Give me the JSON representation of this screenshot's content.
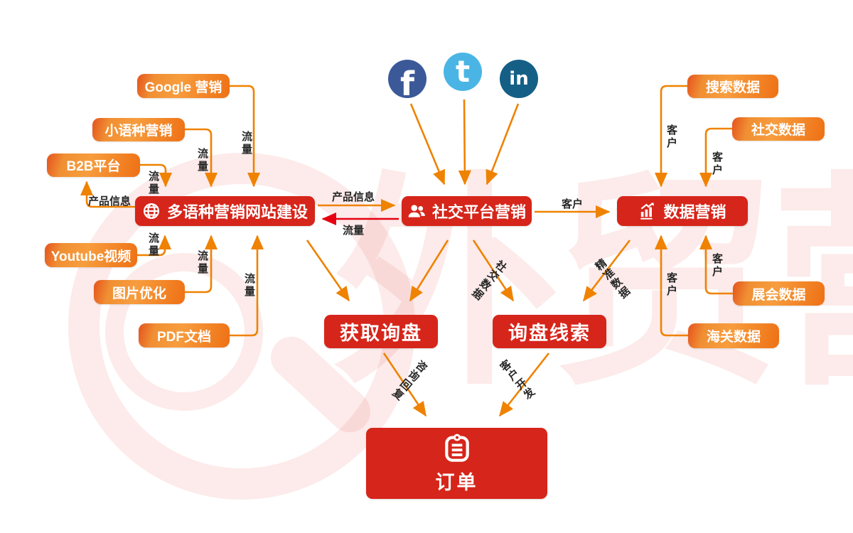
{
  "watermark": {
    "text": "外贸营"
  },
  "social_icons": {
    "facebook": {
      "glyph": "f",
      "color": "#3b5998"
    },
    "twitter": {
      "glyph": "t",
      "color": "#4ab5e5"
    },
    "linkedin": {
      "glyph": "in",
      "color": "#155f87"
    }
  },
  "nodes": {
    "google": "Google 营销",
    "minor_language": "小语种营销",
    "b2b": "B2B平台",
    "youtube": "Youtube视频",
    "image_optimization": "图片优化",
    "pdf": "PDF文档",
    "website": "多语种营销网站建设",
    "social_platform": "社交平台营销",
    "data_marketing": "数据营销",
    "search_data": "搜索数据",
    "social_data": "社交数据",
    "exhibition_data": "展会数据",
    "customs_data": "海关数据",
    "get_inquiry": "获取询盘",
    "inquiry_leads": "询盘线索",
    "order": "订单"
  },
  "edge_labels": {
    "traffic": "流量",
    "product_info": "产品信息",
    "customer": "客户",
    "social_data": "社交数据",
    "precise_data": "精准数据",
    "inquiry_reply": "咨询回复",
    "customer_development": "客户开发"
  },
  "colors": {
    "node_red": "#d6251a",
    "arrow_orange": "#ef8200",
    "arrow_red": "#e60012"
  }
}
